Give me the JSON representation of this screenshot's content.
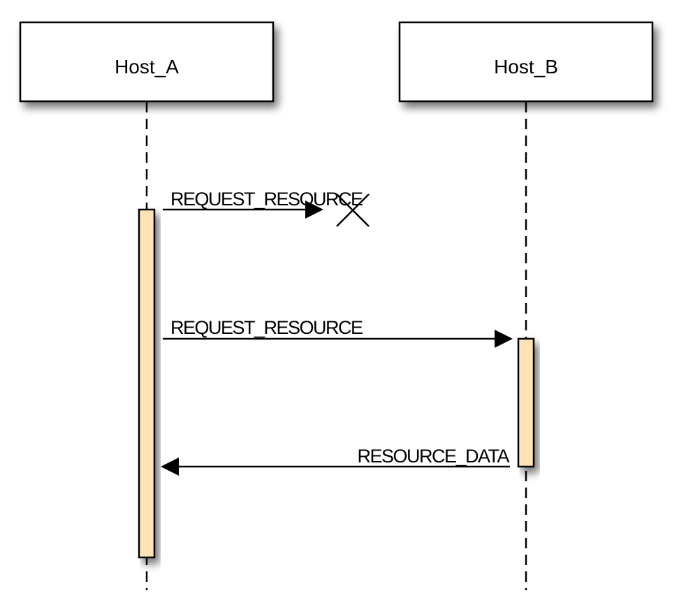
{
  "participants": {
    "host_a": {
      "label": "Host_A"
    },
    "host_b": {
      "label": "Host_B"
    }
  },
  "messages": [
    {
      "label": "REQUEST_RESOURCE",
      "from": "Host_A",
      "to": "lost",
      "style": "lost-message"
    },
    {
      "label": "REQUEST_RESOURCE",
      "from": "Host_A",
      "to": "Host_B",
      "style": "request"
    },
    {
      "label": "RESOURCE_DATA",
      "from": "Host_B",
      "to": "Host_A",
      "style": "response"
    }
  ],
  "colors": {
    "activation_fill": "#ffe3b5",
    "line": "#000000",
    "shadow": "#9a9a9a"
  }
}
